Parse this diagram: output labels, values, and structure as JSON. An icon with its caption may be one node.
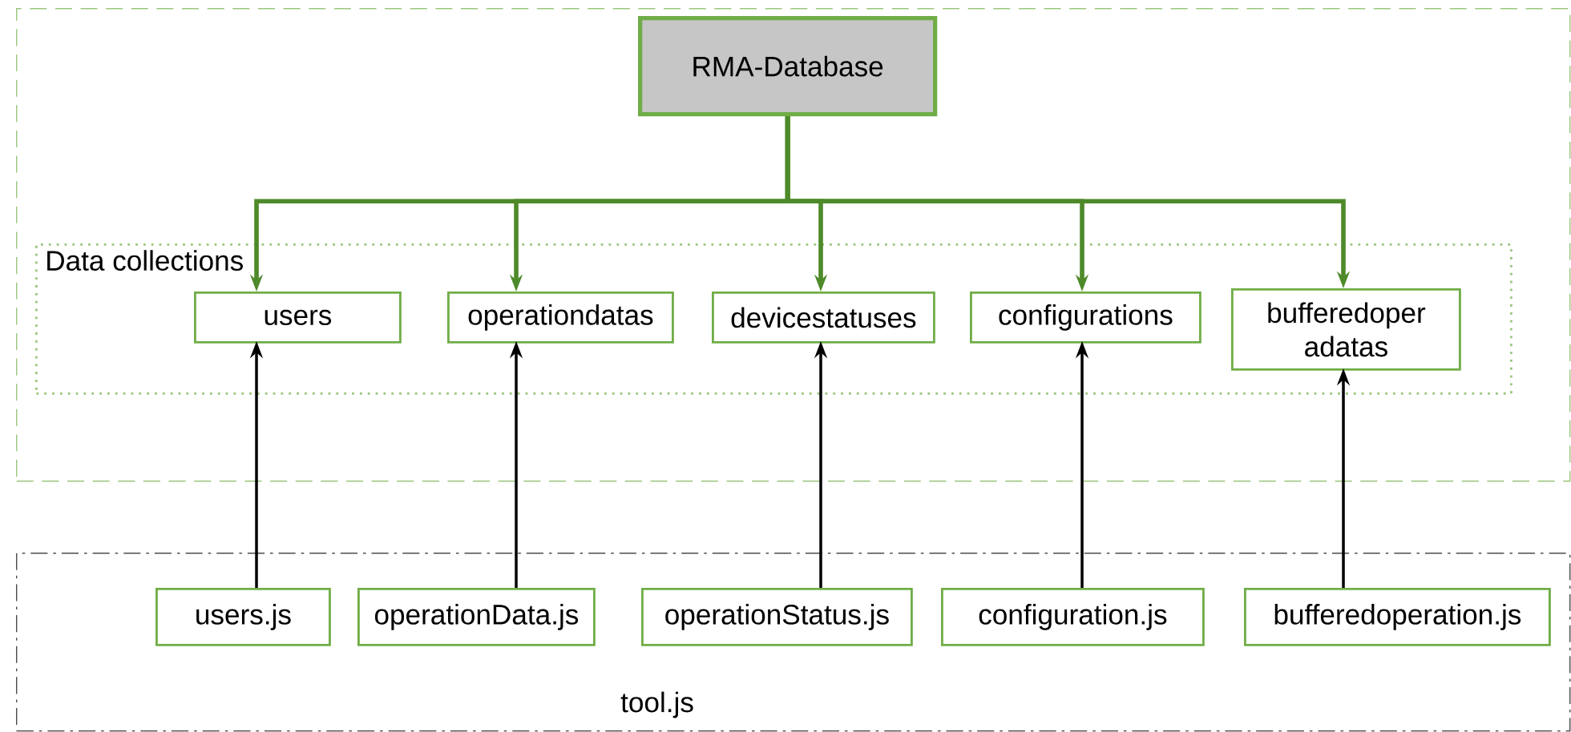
{
  "diagram": {
    "nodes": [
      {
        "text": [],
        "shape": "box"
      },
      {
        "text": [
          "RMA-Database"
        ],
        "in": 0
      },
      {
        "text": [
          "Data collections"
        ],
        "in": 0
      },
      {
        "text": [
          "users"
        ],
        "in": 2
      },
      {
        "text": [
          "operationdatas"
        ],
        "in": 2
      },
      {
        "text": [
          "devicestatuses"
        ],
        "in": 2
      },
      {
        "text": [
          "configurations"
        ],
        "in": 2
      },
      {
        "text": [
          "bufferedoper adatas"
        ],
        "in": 2
      },
      {
        "text": [
          "tool.js"
        ]
      },
      {
        "text": [
          "users.js"
        ],
        "in": 8
      },
      {
        "text": [
          "operationData.js"
        ],
        "in": 8
      },
      {
        "text": [
          "operationStatus.js"
        ],
        "in": 8
      },
      {
        "text": [
          "configuration.js"
        ],
        "in": 8
      },
      {
        "text": [
          "bufferedoperation.js"
        ],
        "in": 8
      }
    ],
    "edges": [
      {
        "from": 1,
        "to": 3,
        "arrow": "to",
        "color": "#4e8a2a"
      },
      {
        "from": 1,
        "to": 4,
        "arrow": "to",
        "color": "#4e8a2a"
      },
      {
        "from": 1,
        "to": 5,
        "arrow": "to",
        "color": "#4e8a2a"
      },
      {
        "from": 1,
        "to": 6,
        "arrow": "to",
        "color": "#4e8a2a"
      },
      {
        "from": 1,
        "to": 7,
        "arrow": "to",
        "color": "#4e8a2a"
      },
      {
        "from": 9,
        "to": 3,
        "arrow": "to",
        "color": "#000000"
      },
      {
        "from": 10,
        "to": 4,
        "arrow": "to",
        "color": "#000000"
      },
      {
        "from": 11,
        "to": 5,
        "arrow": "to",
        "color": "#000000"
      },
      {
        "from": 12,
        "to": 6,
        "arrow": "to",
        "color": "#000000"
      },
      {
        "from": 13,
        "to": 7,
        "arrow": "to",
        "color": "#000000"
      }
    ]
  }
}
